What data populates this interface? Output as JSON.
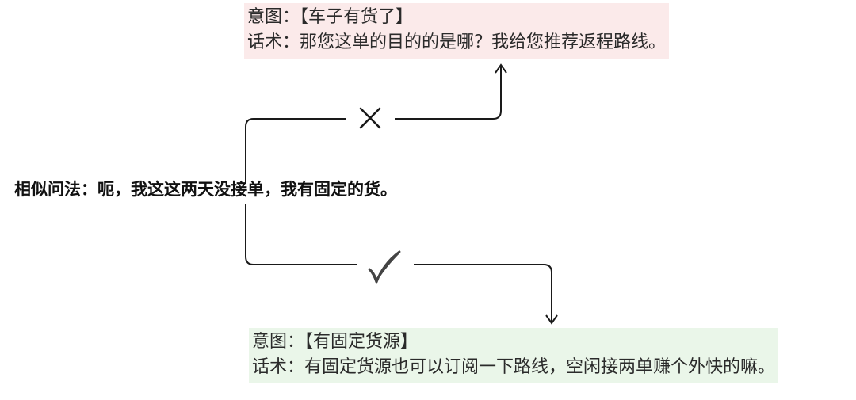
{
  "wrong_branch": {
    "intent": "意图：【车子有货了】",
    "reply": "话术：那您这单的目的的是哪？我给您推荐返程路线。",
    "marker_icon": "cross-icon"
  },
  "query": {
    "text": "相似问法：呃，我这这两天没接单，我有固定的货。"
  },
  "right_branch": {
    "intent": "意图：【有固定货源】",
    "reply": "话术：有固定货源也可以订阅一下路线，空闲接两单赚个外快的嘛。",
    "marker_icon": "checkmark-icon"
  },
  "colors": {
    "wrong_bg": "#fbeaea",
    "right_bg": "#eaf6e9",
    "line": "#1a1a1a",
    "check": "#444444"
  }
}
